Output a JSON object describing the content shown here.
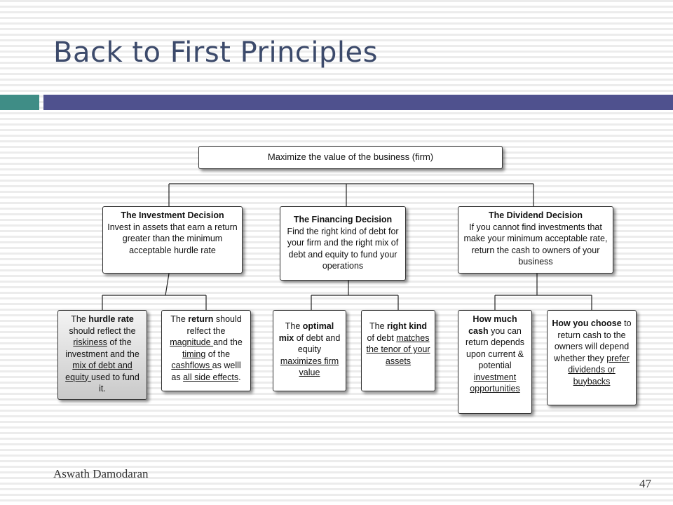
{
  "slide": {
    "title": "Back to First Principles",
    "author": "Aswath Damodaran",
    "page_number": "47"
  },
  "diagram": {
    "root": "Maximize the value of the business (firm)",
    "decisions": [
      {
        "title": "The Investment Decision",
        "body": "Invest in assets that earn a return greater than the minimum acceptable hurdle rate"
      },
      {
        "title": "The Financing Decision",
        "body": "Find the right kind of debt for your firm and the right mix of debt and equity to fund your operations"
      },
      {
        "title": "The Dividend Decision",
        "body": "If you cannot find investments that make your minimum acceptable rate, return the cash to owners of your business"
      }
    ],
    "leaves": {
      "hurdle": {
        "t1": "The ",
        "b1": "hurdle rate",
        "t2": " should reflect the ",
        "u1": "riskiness",
        "t3": " of the investment and the ",
        "u2": "mix of debt and equity ",
        "t4": "used to fund it."
      },
      "return": {
        "t1": "The ",
        "b1": "return",
        "t2": " should relfect the ",
        "u1": "magnitude ",
        "t3": "and the ",
        "u2": "timing",
        "t4": " of the ",
        "u3": "cashflows ",
        "t5": "as welll as ",
        "u4": "all side effects",
        "t6": "."
      },
      "optimal": {
        "t1": "The ",
        "b1": "optimal mix",
        "t2": " of debt and equity ",
        "u1": "maximizes firm value"
      },
      "rightkind": {
        "t1": "The ",
        "b1": "right kind",
        "t2": " of debt ",
        "u1": "matches the tenor of your assets"
      },
      "howmuch": {
        "b1": "How much cash",
        "t1": " you can return depends upon current  & potential ",
        "u1": "investment opportunities"
      },
      "howchoose": {
        "b1": "How you choose",
        "t1": " to return cash to the owners will depend whether they ",
        "u1": "prefer dividends or buybacks"
      }
    }
  }
}
